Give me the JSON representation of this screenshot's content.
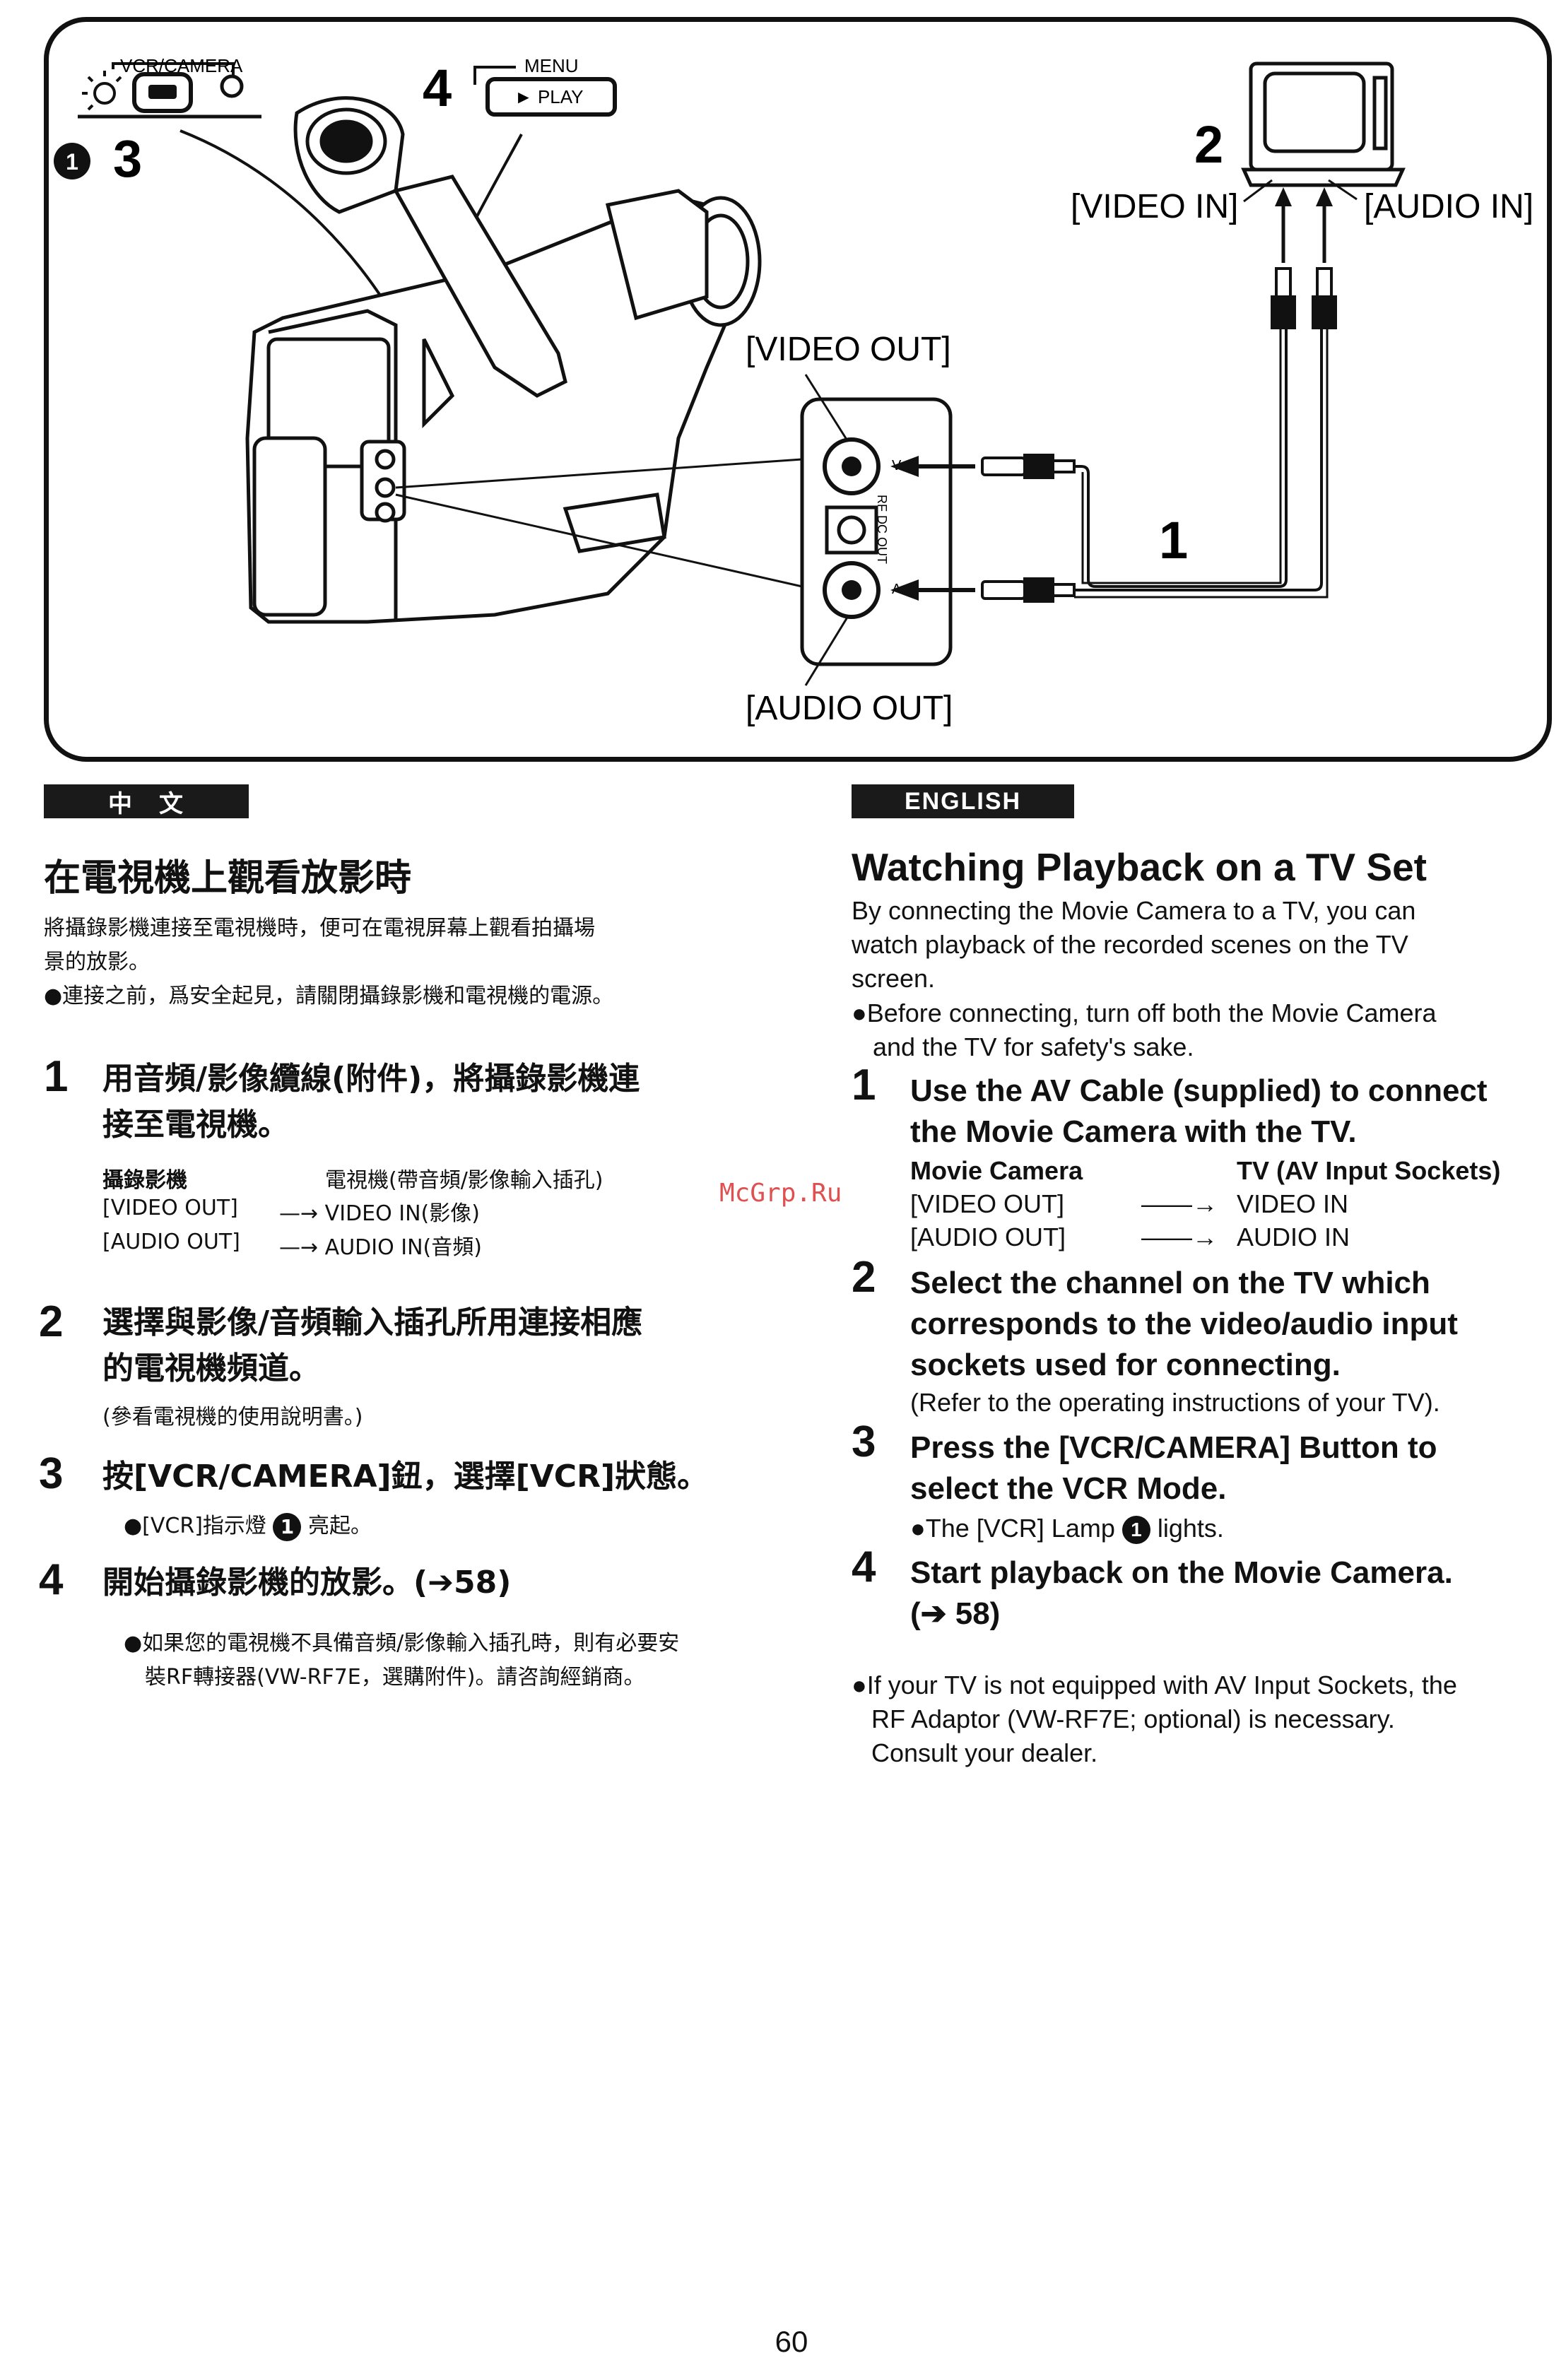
{
  "diagram": {
    "vcr_camera_label": "VCR/CAMERA",
    "menu_label": "MENU",
    "play_label": "► PLAY",
    "num_1": "1",
    "num_2": "2",
    "num_3": "3",
    "num_4": "4",
    "lamp_marker": "1",
    "video_in": "[VIDEO IN]",
    "audio_in": "[AUDIO IN]",
    "video_out": "[VIDEO OUT]",
    "audio_out": "[AUDIO OUT]",
    "rf_dc_out": "RF DC OUT",
    "v_label": "V",
    "a_label": "A"
  },
  "chinese": {
    "header": "中　文",
    "title": "在電視機上觀看放影時",
    "intro_line1": "將攝錄影機連接至電視機時，便可在電視屏幕上觀看拍攝場",
    "intro_line2": "景的放影。",
    "bullet1": "●連接之前，爲安全起見，請關閉攝錄影機和電視機的電源。",
    "step1_num": "1",
    "step1_line1": "用音頻/影像纜線(附件)，將攝錄影機連",
    "step1_line2": "接至電視機。",
    "table_h1": "攝錄影機",
    "table_h2": "電視機(帶音頻/影像輸入插孔)",
    "table_r1_c1": "[VIDEO OUT]",
    "table_r1_c2": "—→ VIDEO IN(影像)",
    "table_r2_c1": "[AUDIO OUT]",
    "table_r2_c2": "—→ AUDIO IN(音頻)",
    "step2_num": "2",
    "step2_line1": "選擇與影像/音頻輸入插孔所用連接相應",
    "step2_line2": "的電視機頻道。",
    "step2_note": "(參看電視機的使用說明書。)",
    "step3_num": "3",
    "step3_text": "按[VCR/CAMERA]鈕，選擇[VCR]狀態。",
    "step3_note_pre": "●[VCR]指示燈",
    "step3_note_marker": "1",
    "step3_note_post": "亮起。",
    "step4_num": "4",
    "step4_text": "開始攝錄影機的放影。(➔58)",
    "step4_note1": "●如果您的電視機不具備音頻/影像輸入插孔時，則有必要安",
    "step4_note2": "裝RF轉接器(VW-RF7E，選購附件)。請咨詢經銷商。"
  },
  "watermark": "McGrp.Ru",
  "english": {
    "header": "ENGLISH",
    "title": "Watching Playback on a TV Set",
    "intro_line1": "By connecting the Movie Camera to a TV, you can",
    "intro_line2": "watch playback of the recorded scenes on the TV",
    "intro_line3": "screen.",
    "bullet1_line1": "●Before connecting, turn off both the Movie Camera",
    "bullet1_line2": "and the TV for safety's sake.",
    "step1_num": "1",
    "step1_line1": "Use the AV Cable (supplied) to connect",
    "step1_line2": "the Movie Camera with the TV.",
    "table_h1": "Movie Camera",
    "table_h2": "TV (AV Input Sockets)",
    "table_r1_c1": "[VIDEO OUT]",
    "table_r1_c2": "VIDEO IN",
    "table_r2_c1": "[AUDIO OUT]",
    "table_r2_c2": "AUDIO IN",
    "table_arrow": "——→",
    "step2_num": "2",
    "step2_line1": "Select the channel on the TV which",
    "step2_line2": "corresponds to the video/audio input",
    "step2_line3": "sockets used for connecting.",
    "step2_note": "(Refer to the operating instructions of your TV).",
    "step3_num": "3",
    "step3_line1": "Press the [VCR/CAMERA] Button to",
    "step3_line2": "select the VCR Mode.",
    "step3_note_pre": "●The [VCR] Lamp",
    "step3_note_marker": "1",
    "step3_note_post": "lights.",
    "step4_num": "4",
    "step4_line1": "Start playback on the Movie Camera.",
    "step4_line2": "(➔ 58)",
    "final_line1": "●If your TV is not equipped with AV Input Sockets, the",
    "final_line2": "RF Adaptor (VW-RF7E; optional) is necessary.",
    "final_line3": "Consult your dealer."
  },
  "page_number": "60"
}
